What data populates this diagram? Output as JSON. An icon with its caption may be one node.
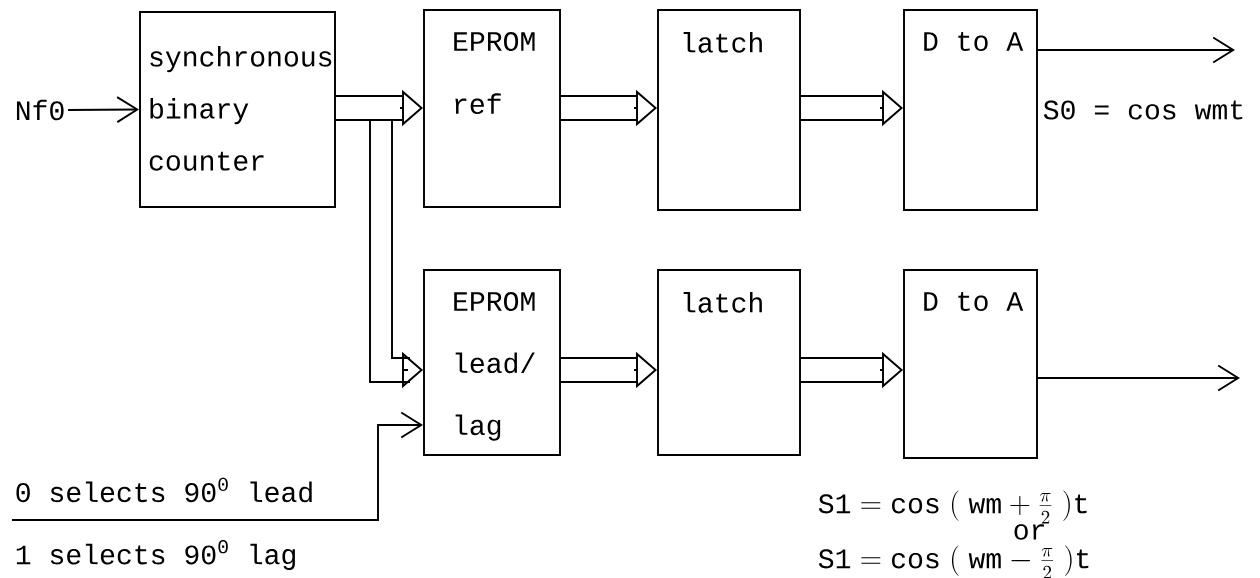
{
  "diagram": {
    "nodes": [
      {
        "text": [
          "Nf0"
        ]
      },
      {
        "text": [
          "synchronous binary counter"
        ]
      },
      {
        "text": [
          "EPROM ref"
        ]
      },
      {
        "text": [
          "latch"
        ]
      },
      {
        "text": [
          "D to A"
        ]
      },
      {
        "text": [
          "EPROM lead/ lag"
        ]
      },
      {
        "text": [
          "latch"
        ]
      },
      {
        "text": [
          "D to A"
        ]
      }
    ],
    "edges": [
      {
        "from": 0,
        "to": 1,
        "arrow": "to"
      },
      {
        "from": 1,
        "to": 2,
        "arrow": "to"
      },
      {
        "from": 1,
        "to": 5,
        "arrow": "to"
      },
      {
        "from": 2,
        "to": 3,
        "arrow": "to"
      },
      {
        "from": 3,
        "to": 4,
        "arrow": "to"
      },
      {
        "from": 5,
        "to": 6,
        "arrow": "to"
      },
      {
        "from": 6,
        "to": 7,
        "arrow": "to"
      },
      {
        "from": 4,
        "to": null,
        "arrow": "to",
        "label": "S0 = cos wmt"
      },
      {
        "from": 7,
        "to": null,
        "arrow": "to"
      },
      {
        "from": null,
        "to": 5,
        "arrow": "to"
      }
    ],
    "labels": [
      "0 selects 90$^{0}$ lead",
      "1 selects 90$^{0}$ lag",
      "\\mathrm{S1} = \\cos\\;(\\;\\mathrm{wm} + \\frac{\\pi}{2}\\;)\\mathrm{t}",
      "or",
      "\\mathrm{S1} = \\cos\\;(\\;\\mathrm{wm} - \\frac{\\pi}{2}\\;)\\mathrm{t}"
    ]
  }
}
